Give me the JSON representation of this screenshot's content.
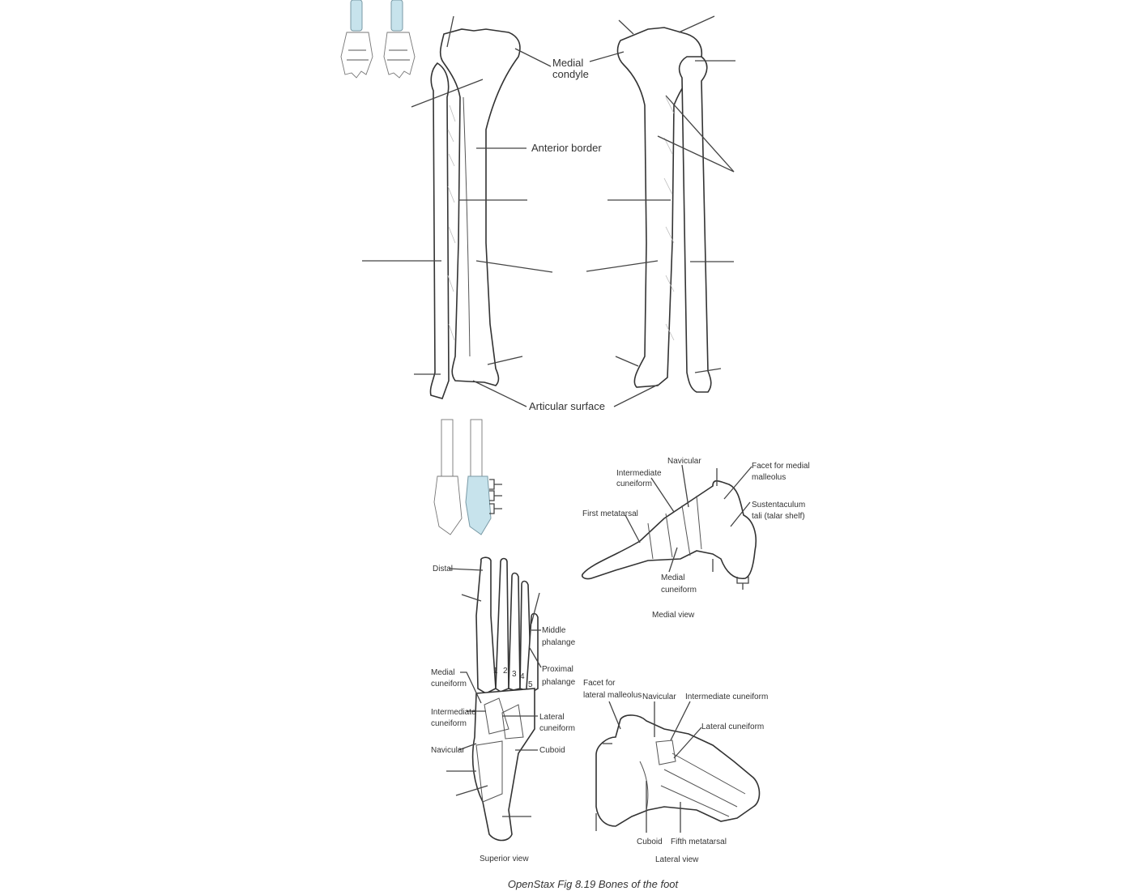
{
  "figure": {
    "caption": "OpenStax Fig 8.19 Bones of the foot",
    "colors": {
      "highlight": "#c7e3ec",
      "line": "#333333",
      "background": "#ffffff"
    }
  },
  "leg_panel": {
    "labels": {
      "medial_condyle_line1": "Medial",
      "medial_condyle_line2": "condyle",
      "anterior_border": "Anterior border",
      "articular_surface": "Articular surface"
    }
  },
  "medial_view": {
    "title": "Medial view",
    "labels": {
      "navicular": "Navicular",
      "intermediate_cuneiform_line1": "Intermediate",
      "intermediate_cuneiform_line2": "cuneiform",
      "facet_medial_malleolus_line1": "Facet for medial",
      "facet_medial_malleolus_line2": "malleolus",
      "first_metatarsal": "First metatarsal",
      "sustentaculum_line1": "Sustentaculum",
      "sustentaculum_line2": "tali (talar shelf)",
      "medial_cuneiform_line1": "Medial",
      "medial_cuneiform_line2": "cuneiform"
    }
  },
  "superior_view": {
    "title": "Superior view",
    "labels": {
      "distal": "Distal",
      "middle_phalange_line1": "Middle",
      "middle_phalange_line2": "phalange",
      "proximal_phalange_line1": "Proximal",
      "proximal_phalange_line2": "phalange",
      "medial_cuneiform_line1": "Medial",
      "medial_cuneiform_line2": "cuneiform",
      "intermediate_cuneiform_line1": "Intermediate",
      "intermediate_cuneiform_line2": "cuneiform",
      "lateral_cuneiform_line1": "Lateral",
      "lateral_cuneiform_line2": "cuneiform",
      "navicular": "Navicular",
      "cuboid": "Cuboid"
    },
    "metatarsal_numbers": [
      "1",
      "2",
      "3",
      "4",
      "5"
    ]
  },
  "lateral_view": {
    "title": "Lateral view",
    "labels": {
      "facet_lateral_malleolus_line1": "Facet for",
      "facet_lateral_malleolus_line2": "lateral malleolus",
      "navicular": "Navicular",
      "intermediate_cuneiform": "Intermediate cuneiform",
      "lateral_cuneiform": "Lateral cuneiform",
      "cuboid": "Cuboid",
      "fifth_metatarsal": "Fifth metatarsal"
    }
  }
}
